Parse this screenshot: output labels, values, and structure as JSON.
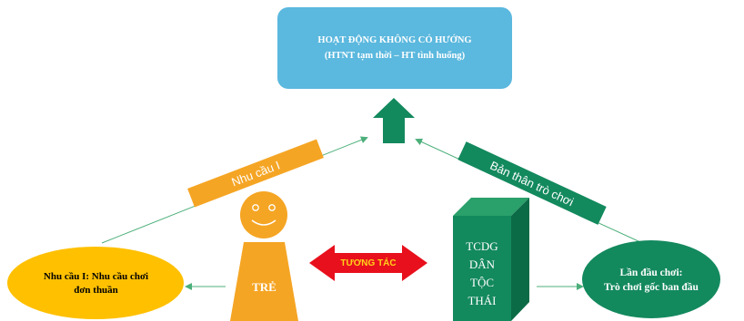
{
  "top_box": {
    "title": "HOẠT ĐỘNG KHÔNG CÓ HƯỚNG",
    "subtitle": "(HTNT tạm thời – HT tình huống)",
    "color": "#5bb8de"
  },
  "left_label": {
    "text": "Nhu cầu I",
    "color": "#f5a524"
  },
  "right_label": {
    "text": "Bản thân trò chơi",
    "color": "#13895e"
  },
  "child": {
    "label": "TRẺ",
    "color": "#f5a524"
  },
  "interaction": {
    "label": "TƯƠNG TÁC",
    "color": "#e8101c",
    "text_color": "#ffd21a"
  },
  "game_box": {
    "lines": [
      "TCDG",
      "DÂN",
      "TỘC",
      "THÁI"
    ],
    "color": "#13895e"
  },
  "left_ellipse": {
    "text": "Nhu cầu I: Nhu cầu chơi đơn thuần",
    "color": "#ffc000"
  },
  "right_ellipse": {
    "line1": "Lần đầu chơi:",
    "line2": "Trò chơi gốc ban đầu",
    "color": "#13895e"
  },
  "up_arrow": {
    "color": "#13895e",
    "icon": "arrow-up-icon"
  }
}
